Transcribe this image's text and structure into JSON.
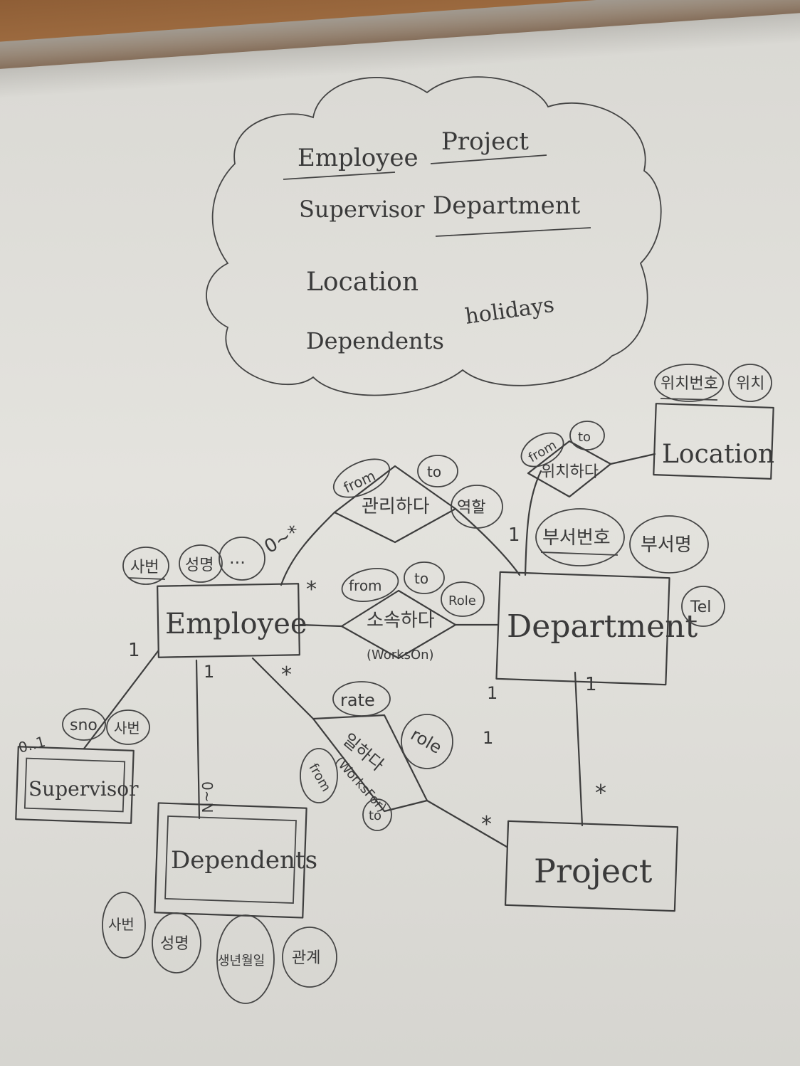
{
  "cloud": {
    "words": [
      "Employee",
      "Project",
      "Supervisor",
      "Department",
      "Location",
      "holidays",
      "Dependents"
    ]
  },
  "entities": {
    "employee": "Employee",
    "department": "Department",
    "project": "Project",
    "location": "Location",
    "supervisor": "Supervisor",
    "dependents": "Dependents"
  },
  "relationships": {
    "manages": "관리하다",
    "belongs": "소속하다",
    "belongs_en": "(WorksOn)",
    "works": "일하다",
    "works_en": "(WorksFor)",
    "located": "위치하다"
  },
  "attributes": {
    "emp_id": "사번",
    "emp_name": "성명",
    "emp_more": "...",
    "mgr_from": "from",
    "mgr_to": "to",
    "mgr_role": "역할",
    "wo_from": "from",
    "wo_to": "to",
    "wo_role": "Role",
    "wf_rate": "rate",
    "wf_role": "role",
    "wf_from": "from",
    "wf_to": "to",
    "loc_from": "from",
    "loc_to": "to",
    "loc_id": "위치번호",
    "loc_name": "위치",
    "dept_id": "부서번호",
    "dept_name": "부서명",
    "dept_tel": "Tel",
    "sup_sno": "sno",
    "sup_id": "사번",
    "dep_id": "사번",
    "dep_name": "성명",
    "dep_birth": "생년월일",
    "dep_rel": "관계"
  },
  "cardinalities": {
    "emp_manages": "0~*",
    "dept_manages": "1",
    "emp_worksOn": "*",
    "emp_worksFor": "*",
    "proj_worksFor": "*",
    "dept_project": "1",
    "project_dept": "*",
    "emp_supervisor": "1",
    "supervisor_emp": "0..1",
    "emp_dependents": "1",
    "dependents_emp": "0~N",
    "dept_mid1": "1",
    "dept_mid2": "1"
  }
}
